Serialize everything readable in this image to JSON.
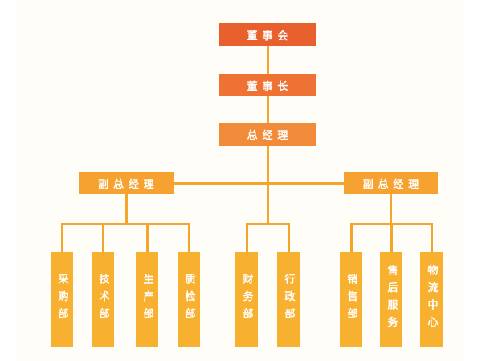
{
  "colors": {
    "background": "#FFFDF8",
    "board": "#E7602E",
    "chairman": "#EE7233",
    "general_manager": "#F18B39",
    "deputy": "#F6A231",
    "department": "#F8B030",
    "line": "#F5A42C",
    "text": "#FFFFFF"
  },
  "nodes": {
    "board": {
      "label": "董事会"
    },
    "chairman": {
      "label": "董事长"
    },
    "general_manager": {
      "label": "总经理"
    },
    "deputy_left": {
      "label": "副总经理"
    },
    "deputy_right": {
      "label": "副总经理"
    },
    "departments_left": [
      {
        "label": "采购部"
      },
      {
        "label": "技术部"
      },
      {
        "label": "生产部"
      },
      {
        "label": "质检部"
      }
    ],
    "departments_middle": [
      {
        "label": "财务部"
      },
      {
        "label": "行政部"
      }
    ],
    "departments_right": [
      {
        "label": "销售部"
      },
      {
        "label": "售后服务"
      },
      {
        "label": "物流中心"
      }
    ]
  }
}
